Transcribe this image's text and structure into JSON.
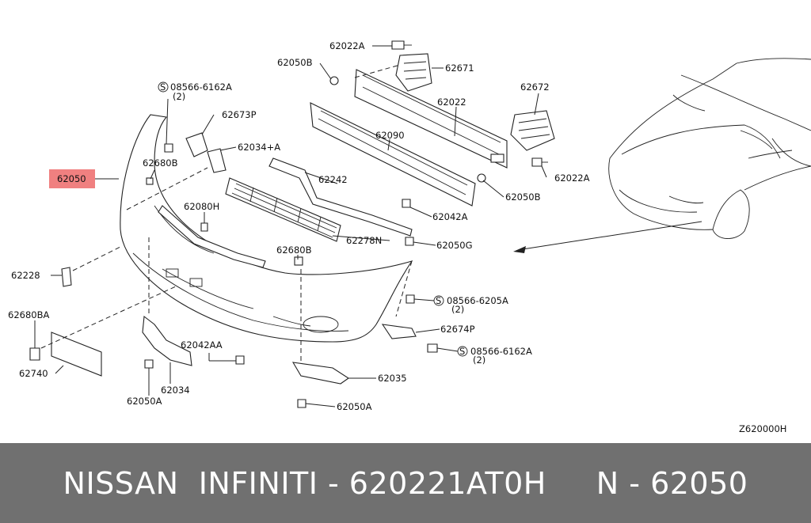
{
  "diagram": {
    "code": "Z620000H",
    "highlight_color": "#f08080",
    "labels": {
      "l62022a_top": "62022A",
      "l62050b_top": "62050B",
      "l62671": "62671",
      "l08566_6162a_top": "08566-6162A",
      "l08566_6162a_top_qty": "(2)",
      "l62022": "62022",
      "l62672": "62672",
      "l62673p": "62673P",
      "l62034_plus_a": "62034+A",
      "l62090": "62090",
      "l62022a_right": "62022A",
      "l62050": "62050",
      "l62680b_left": "62680B",
      "l62242": "62242",
      "l62050b_right": "62050B",
      "l62080h": "62080H",
      "l62042a": "62042A",
      "l62278n": "62278N",
      "l62680b_mid": "62680B",
      "l62050g": "62050G",
      "l62228": "62228",
      "l08566_6205a": "08566-6205A",
      "l08566_6205a_qty": "(2)",
      "l62680ba": "62680BA",
      "l62674p": "62674P",
      "l62042aa": "62042AA",
      "l08566_6162a_right": "08566-6162A",
      "l08566_6162a_right_qty": "(2)",
      "l62740": "62740",
      "l62034": "62034",
      "l62035": "62035",
      "l62050a_left": "62050A",
      "l62050a_bottom": "62050A"
    }
  },
  "footer": {
    "text": "NISSAN  INFINITI - 620221AT0H     N - 62050"
  }
}
